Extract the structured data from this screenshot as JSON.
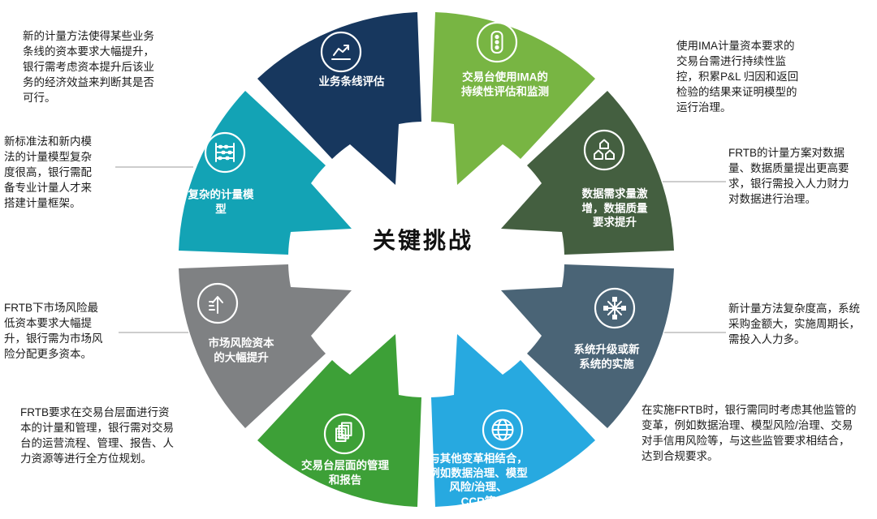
{
  "title": "关键挑战",
  "segments": [
    {
      "id": "business-line-assessment",
      "label": "业务条线评估",
      "icon": "line-chart-icon",
      "color": "#17375e",
      "description": "新的计量方法使得某些业务条线的资本要求大幅提升，银行需考虑资本提升后该业务的经济效益来判断其是否可行。"
    },
    {
      "id": "ima-desk-monitoring",
      "label": "交易台使用IMA的\n持续性评估和监测",
      "icon": "traffic-light-icon",
      "color": "#78b543",
      "description": "使用IMA计量资本要求的交易台需进行持续性监控，积累P&L 归因和返回检验的结果来证明模型的运行治理。"
    },
    {
      "id": "data-demand-quality",
      "label": "数据需求量激\n增，数据质量\n要求提升",
      "icon": "data-house-icon",
      "color": "#445f40",
      "description": "FRTB的计量方案对数据量、数据质量提出更高要求，银行需投入人力财力对数据进行治理。"
    },
    {
      "id": "system-upgrade",
      "label": "系统升级或新\n系统的实施",
      "icon": "network-icon",
      "color": "#4a6476",
      "description": "新计量方法复杂度高，系统采购金额大，实施周期长，需投入人力多。"
    },
    {
      "id": "combine-other-changes",
      "label": "与其他变革相结合，\n例如数据治理、模型\n风险/治理、\nCCR等",
      "icon": "globe-icon",
      "color": "#27a9e0",
      "description": "在实施FRTB时，银行需同时考虑其他监管的变革，例如数据治理、模型风险/治理、交易对手信用风险等，与这些监管要求相结合，达到合规要求。"
    },
    {
      "id": "desk-level-management",
      "label": "交易台层面的管理\n和报告",
      "icon": "documents-icon",
      "color": "#3da037",
      "description": "FRTB要求在交易台层面进行资本的计量和管理，银行需对交易台的运营流程、管理、报告、人力资源等进行全方位规划。"
    },
    {
      "id": "market-risk-capital-rise",
      "label": "市场风险资本\n的大幅提升",
      "icon": "growth-arrow-icon",
      "color": "#7f8183",
      "description": "FRTB下市场风险最低资本要求大幅提升，银行需为市场风险分配更多资本。"
    },
    {
      "id": "complex-measurement-model",
      "label": "复杂的计量模\n型",
      "icon": "abacus-icon",
      "color": "#13a3b5",
      "description": "新标准法和新内模法的计量模型复杂度很高，银行需配备专业计量人才来搭建计量框架。"
    }
  ]
}
